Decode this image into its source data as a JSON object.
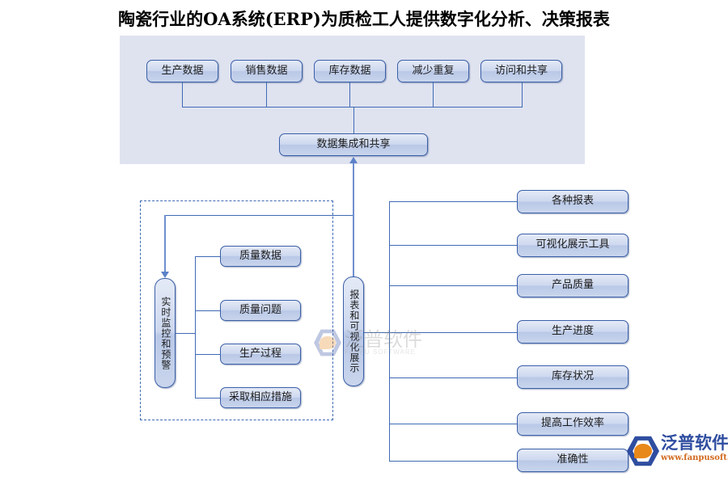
{
  "title": "陶瓷行业的OA系统(ERP)为质检工人提供数字化分析、决策报表",
  "colors": {
    "panel_bg": "#dfe3f0",
    "node_border": "#3a5fa8",
    "node_fill": "#c9d5ec",
    "connector": "#3f6ab4",
    "logo_blue": "#2f4da0",
    "logo_orange": "#d2691e"
  },
  "top_row": {
    "items": [
      {
        "label": "生产数据"
      },
      {
        "label": "销售数据"
      },
      {
        "label": "库存数据"
      },
      {
        "label": "减少重复"
      },
      {
        "label": "访问和共享"
      }
    ]
  },
  "hub": {
    "label": "数据集成和共享"
  },
  "monitor": {
    "label": "实时监控和预警"
  },
  "monitor_children": [
    {
      "label": "质量数据"
    },
    {
      "label": "质量问题"
    },
    {
      "label": "生产过程"
    },
    {
      "label": "采取相应措施"
    }
  ],
  "report": {
    "label": "报表和可视化展示"
  },
  "report_children": [
    {
      "label": "各种报表"
    },
    {
      "label": "可视化展示工具"
    },
    {
      "label": "产品质量"
    },
    {
      "label": "生产进度"
    },
    {
      "label": "库存状况"
    },
    {
      "label": "提高工作效率"
    },
    {
      "label": "准确性"
    }
  ],
  "watermark": {
    "cn": "泛普软件",
    "en": "FANPU SOFTWARE"
  },
  "logo": {
    "cn": "泛普软件",
    "url": "www.fanpusoft.com"
  }
}
